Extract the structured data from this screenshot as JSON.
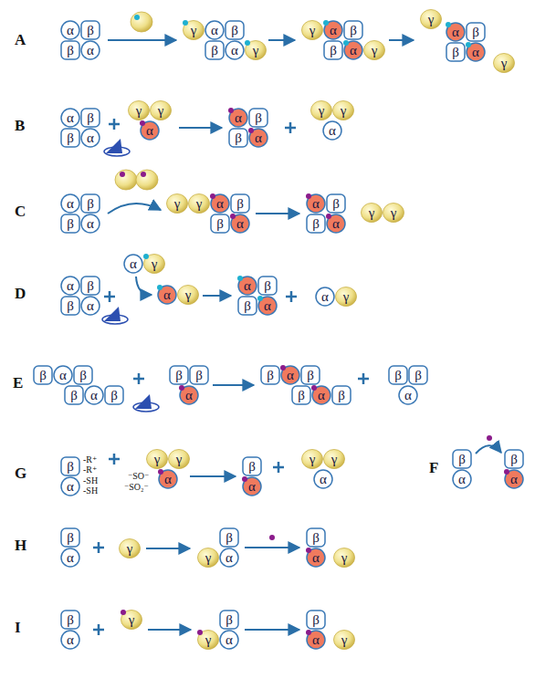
{
  "diagram": {
    "nodes": [
      {
        "text": [
          "α"
        ]
      },
      {
        "text": [
          "β"
        ]
      },
      {
        "text": [
          "β"
        ]
      },
      {
        "text": [
          "α"
        ]
      },
      {
        "text": [
          "γ"
        ]
      },
      {
        "text": [
          "α"
        ]
      },
      {
        "text": [
          "β"
        ]
      },
      {
        "text": [
          "β"
        ]
      },
      {
        "text": [
          "α"
        ]
      },
      {
        "text": [
          "γ"
        ]
      },
      {
        "text": [
          "γ"
        ]
      },
      {
        "text": [
          "α"
        ]
      },
      {
        "text": [
          "β"
        ]
      },
      {
        "text": [
          "β"
        ]
      },
      {
        "text": [
          "α"
        ]
      },
      {
        "text": [
          "γ"
        ]
      },
      {
        "text": [
          "γ"
        ]
      },
      {
        "text": [
          "α"
        ]
      },
      {
        "text": [
          "β"
        ]
      },
      {
        "text": [
          "β"
        ]
      },
      {
        "text": [
          "α"
        ]
      },
      {
        "text": [
          "γ"
        ]
      },
      {
        "text": [
          "α"
        ]
      },
      {
        "text": [
          "β"
        ]
      },
      {
        "text": [
          "β"
        ]
      },
      {
        "text": [
          "α"
        ]
      },
      {
        "text": [
          "γ"
        ]
      },
      {
        "text": [
          "γ"
        ]
      },
      {
        "text": [
          "α"
        ]
      },
      {
        "text": [
          "α"
        ]
      },
      {
        "text": [
          "β"
        ]
      },
      {
        "text": [
          "β"
        ]
      },
      {
        "text": [
          "α"
        ]
      },
      {
        "text": [
          "γ"
        ]
      },
      {
        "text": [
          "γ"
        ]
      },
      {
        "text": [
          "α"
        ]
      },
      {
        "text": [
          "α"
        ]
      },
      {
        "text": [
          "β"
        ]
      },
      {
        "text": [
          "β"
        ]
      },
      {
        "text": [
          "α"
        ]
      },
      {
        "text": [
          "γ"
        ]
      },
      {
        "text": [
          "γ"
        ]
      },
      {
        "text": [
          "α"
        ]
      },
      {
        "text": [
          "β"
        ]
      },
      {
        "text": [
          "β"
        ]
      },
      {
        "text": [
          "α"
        ]
      },
      {
        "text": [
          "α"
        ]
      },
      {
        "text": [
          "β"
        ]
      },
      {
        "text": [
          "β"
        ]
      },
      {
        "text": [
          "α"
        ]
      },
      {
        "text": [
          "γ"
        ]
      },
      {
        "text": [
          "γ"
        ]
      },
      {
        "text": [
          "α"
        ]
      },
      {
        "text": [
          "β"
        ]
      },
      {
        "text": [
          "β"
        ]
      },
      {
        "text": [
          "α"
        ]
      },
      {
        "text": [
          "α"
        ]
      },
      {
        "text": [
          "γ"
        ]
      },
      {
        "text": [
          "α"
        ]
      },
      {
        "text": [
          "γ"
        ]
      },
      {
        "text": [
          "α"
        ]
      },
      {
        "text": [
          "β"
        ]
      },
      {
        "text": [
          "β"
        ]
      },
      {
        "text": [
          "α"
        ]
      },
      {
        "text": [
          "α"
        ]
      },
      {
        "text": [
          "γ"
        ]
      },
      {
        "text": [
          "β"
        ]
      },
      {
        "text": [
          "α"
        ]
      },
      {
        "text": [
          "β"
        ]
      },
      {
        "text": [
          "β"
        ]
      },
      {
        "text": [
          "α"
        ]
      },
      {
        "text": [
          "β"
        ]
      },
      {
        "text": [
          "β"
        ]
      },
      {
        "text": [
          "β"
        ]
      },
      {
        "text": [
          "α"
        ]
      },
      {
        "text": [
          "β"
        ]
      },
      {
        "text": [
          "α"
        ]
      },
      {
        "text": [
          "β"
        ]
      },
      {
        "text": [
          "β"
        ]
      },
      {
        "text": [
          "α"
        ]
      },
      {
        "text": [
          "β"
        ]
      },
      {
        "text": [
          "β"
        ]
      },
      {
        "text": [
          "β"
        ]
      },
      {
        "text": [
          "α"
        ]
      },
      {
        "text": [
          "β"
        ]
      },
      {
        "text": [
          "α"
        ]
      },
      {
        "text": [
          "γ"
        ]
      },
      {
        "text": [
          "γ"
        ]
      },
      {
        "text": [
          "α"
        ]
      },
      {
        "text": [
          "β"
        ]
      },
      {
        "text": [
          "α"
        ]
      },
      {
        "text": [
          "γ"
        ]
      },
      {
        "text": [
          "γ"
        ]
      },
      {
        "text": [
          "α"
        ]
      },
      {
        "text": [
          "β"
        ]
      },
      {
        "text": [
          "α"
        ]
      },
      {
        "text": [
          "β"
        ]
      },
      {
        "text": [
          "α"
        ]
      },
      {
        "text": [
          "β"
        ]
      },
      {
        "text": [
          "α"
        ]
      },
      {
        "text": [
          "γ"
        ]
      },
      {
        "text": [
          "β"
        ]
      },
      {
        "text": [
          "γ"
        ]
      },
      {
        "text": [
          "α"
        ]
      },
      {
        "text": [
          "β"
        ]
      },
      {
        "text": [
          "α"
        ]
      },
      {
        "text": [
          "γ"
        ]
      },
      {
        "text": [
          "β"
        ]
      },
      {
        "text": [
          "α"
        ]
      },
      {
        "text": [
          "γ"
        ]
      },
      {
        "text": [
          "β"
        ]
      },
      {
        "text": [
          "γ"
        ]
      },
      {
        "text": [
          "α"
        ]
      },
      {
        "text": [
          "β"
        ]
      },
      {
        "text": [
          "α"
        ]
      },
      {
        "text": [
          "γ"
        ]
      }
    ],
    "labels": [
      "A",
      "B",
      "C",
      "D",
      "E",
      "G",
      "-R⁺",
      "-R⁺",
      "-SH",
      "-SH",
      "⁻SO⁻",
      "⁻SO₂⁻",
      "F",
      "H",
      "I"
    ]
  }
}
